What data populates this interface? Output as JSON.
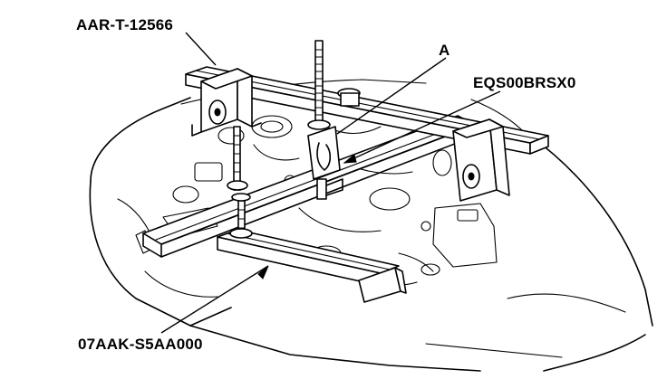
{
  "callouts": {
    "top_left": "AAR-T-12566",
    "a": "A",
    "right": "EQS00BRSX0",
    "bottom": "07AAK-S5AA000"
  },
  "colors": {
    "ink": "#000000",
    "background": "#ffffff"
  }
}
